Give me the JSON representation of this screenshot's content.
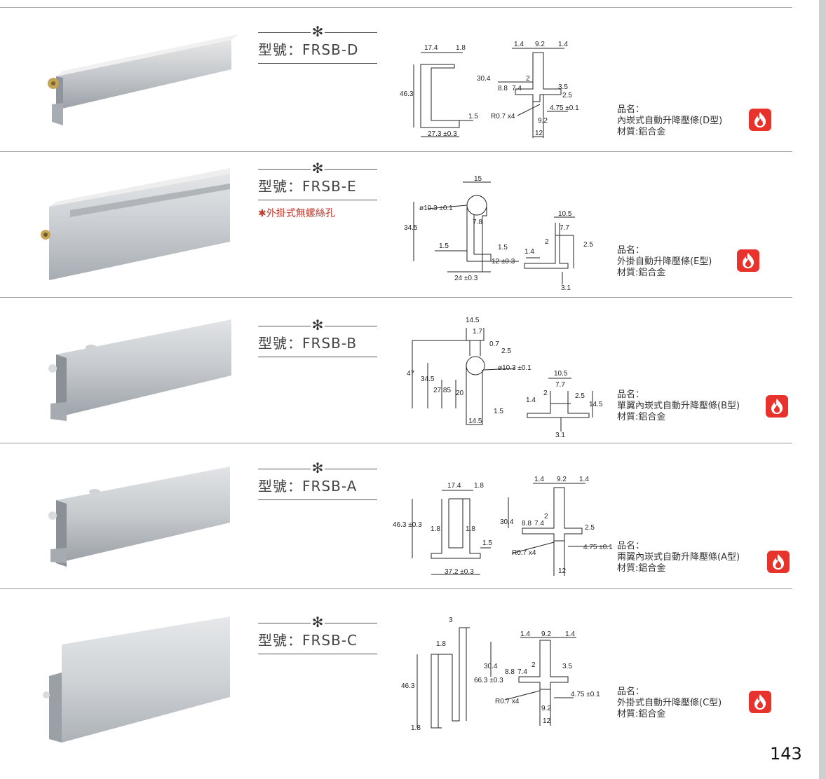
{
  "page_number": "143",
  "common": {
    "name_prefix": "品名：",
    "material": "材質:鋁合金",
    "model_prefix": "型號："
  },
  "products": [
    {
      "model": "型號：FRSB-D",
      "note": "",
      "name_label": "品名：",
      "name": "內崁式自動升降壓條(D型)",
      "material": "材質:鋁合金",
      "dims": [
        "17.4",
        "1.8",
        "46.3",
        "27.3 ±0.3",
        "1.5",
        "1.4",
        "9.2",
        "1.4",
        "30.4",
        "8.8",
        "7.4",
        "2",
        "3.5",
        "2.5",
        "R0.7 x4",
        "4.75 ±0.1",
        "9.2",
        "12"
      ]
    },
    {
      "model": "型號：FRSB-E",
      "note": "✱外掛式無螺絲孔",
      "name_label": "品名：",
      "name": "外掛自動升降壓條(E型)",
      "material": "材質:鋁合金",
      "dims": [
        "15",
        "ø10.3 ±0.1",
        "7.8",
        "34.5",
        "1.5",
        "1.5",
        "12 ±0.3",
        "24 ±0.3",
        "10.5",
        "7.7",
        "2",
        "1.4",
        "2.5",
        "3.1"
      ]
    },
    {
      "model": "型號：FRSB-B",
      "note": "",
      "name_label": "品名：",
      "name": "單翼內崁式自動升降壓條(B型)",
      "material": "材質:鋁合金",
      "dims": [
        "14.5",
        "1.7",
        "0.7",
        "2.5",
        "ø10.3 ±0.1",
        "47",
        "34.5",
        "27.85",
        "20",
        "14.5",
        "1.5",
        "10.5",
        "7.7",
        "2",
        "1.4",
        "2.5",
        "14.5",
        "3.1"
      ]
    },
    {
      "model": "型號：FRSB-A",
      "note": "",
      "name_label": "品名：",
      "name": "兩翼內崁式自動升降壓條(A型)",
      "material": "材質:鋁合金",
      "dims": [
        "17.4",
        "1.8",
        "46.3 ±0.3",
        "1.8",
        "1.8",
        "1.5",
        "37.2 ±0.3",
        "1.4",
        "9.2",
        "1.4",
        "30.4",
        "8.8",
        "7.4",
        "2",
        "2.5",
        "R0.7 x4",
        "4.75 ±0.1",
        "12"
      ]
    },
    {
      "model": "型號：FRSB-C",
      "note": "",
      "name_label": "品名：",
      "name": "外掛式自動升降壓條(C型)",
      "material": "材質:鋁合金",
      "dims": [
        "3",
        "1.8",
        "46.3",
        "66.3 ±0.3",
        "1.8",
        "1.4",
        "9.2",
        "1.4",
        "30.4",
        "8.8",
        "7.4",
        "2",
        "3.5",
        "R0.7 x4",
        "4.75 ±0.1",
        "9.2",
        "12"
      ]
    }
  ],
  "colors": {
    "accent_red": "#e8322c",
    "note_red": "#c0392b",
    "rule": "#9a9a9a"
  }
}
